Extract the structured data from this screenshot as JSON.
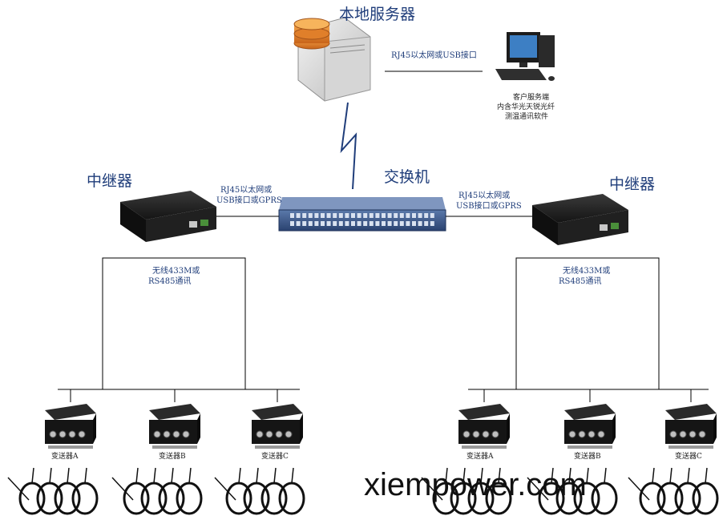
{
  "server": {
    "title": "本地服务器"
  },
  "links": {
    "server_client": "RJ45以太网或USB接口",
    "left_repeater_switch": [
      "RJ45以太网或",
      "USB接口或GPRS"
    ],
    "right_repeater_switch": [
      "RJ45以太网或",
      "USB接口或GPRS"
    ]
  },
  "client": {
    "caption": [
      "客户服务端",
      "内含华光天锐光纤",
      "测温通讯软件"
    ]
  },
  "switch": {
    "title": "交换机"
  },
  "repeaters": [
    {
      "title": "中继器",
      "comm": [
        "无线433M或",
        "RS485通讯"
      ]
    },
    {
      "title": "中继器",
      "comm": [
        "无线433M或",
        "RS485通讯"
      ]
    }
  ],
  "transmitters": {
    "left": [
      "变送器A",
      "变送器B",
      "变送器C"
    ],
    "right": [
      "变送器A",
      "变送器B",
      "变送器C"
    ]
  },
  "watermark": "xiempower.com",
  "colors": {
    "label": "#1f3d7a",
    "line": "#000000",
    "device_dark": "#1b1b1b",
    "server_orange": "#e8892a",
    "switch_blue": "#3c5a8c"
  }
}
